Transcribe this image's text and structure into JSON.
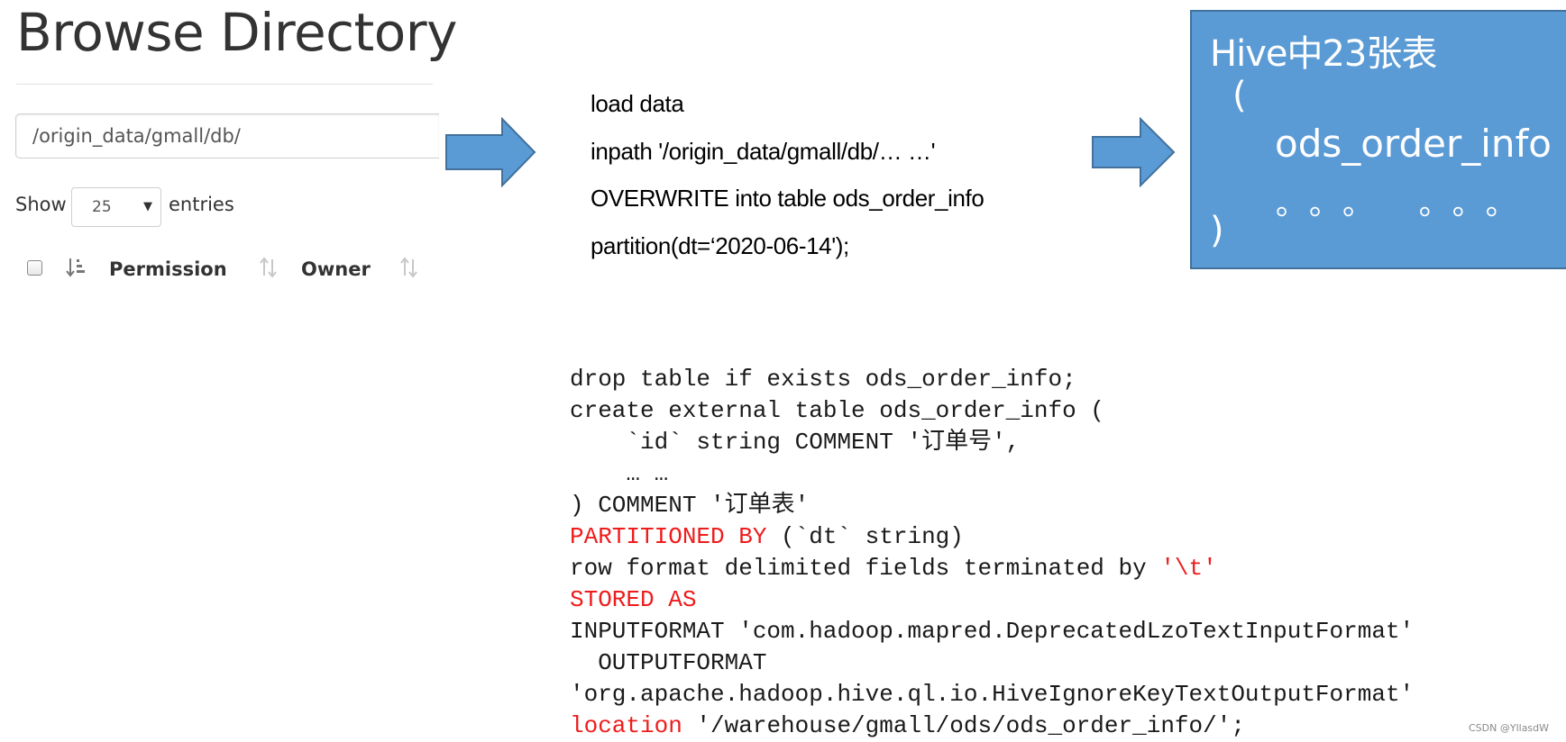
{
  "browse": {
    "title": "Browse Directory",
    "path": "/origin_data/gmall/db/",
    "show_label": "Show",
    "page_size": "25",
    "entries_label": "entries",
    "columns": [
      "Permission",
      "Owner"
    ]
  },
  "load_statement": [
    "load data",
    "inpath '/origin_data/gmall/db/… …'",
    "OVERWRITE into table ods_order_info",
    "partition(dt=‘2020-06-14');"
  ],
  "hive_box": {
    "title": "Hive中23张表",
    "open_paren": "(",
    "table_name": "ods_order_info",
    "ellipsis": "。。。 。。。",
    "close_paren": ")"
  },
  "ddl": {
    "line1": "drop table if exists ods_order_info;",
    "line2": "create external table ods_order_info (",
    "line3": "    `id` string COMMENT '订单号',",
    "line4": "    … …",
    "line5": ") COMMENT '订单表'",
    "line6_kw": "PARTITIONED BY",
    "line6_rest": " (`dt` string)",
    "line7_text": "row format delimited fields terminated by ",
    "line7_kw": "'\\t'",
    "line8_kw": "STORED AS",
    "line9": "INPUTFORMAT 'com.hadoop.mapred.DeprecatedLzoTextInputFormat'",
    "line10": "  OUTPUTFORMAT",
    "line11": "'org.apache.hadoop.hive.ql.io.HiveIgnoreKeyTextOutputFormat'",
    "line12_kw": "location",
    "line12_rest": " '/warehouse/gmall/ods/ods_order_info/';"
  },
  "watermark": "CSDN @YllasdW",
  "colors": {
    "arrow_fill": "#5b9bd5",
    "arrow_stroke": "#41719c",
    "hive_box_fill": "#5b9bd5",
    "keyword_red": "#ee1c1c"
  }
}
